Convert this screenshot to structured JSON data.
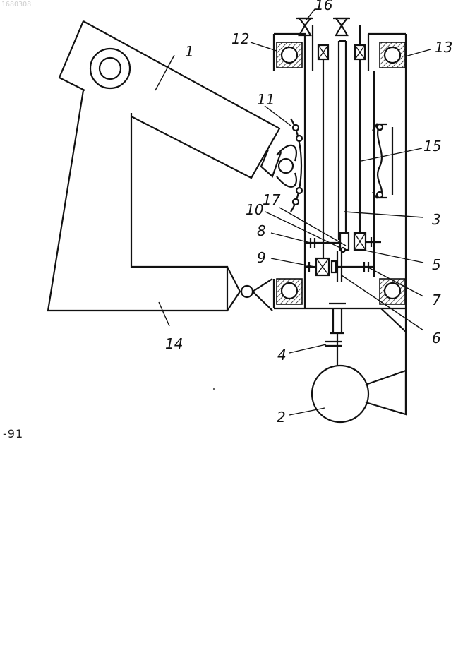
{
  "header_code": "1680308",
  "side_mark": "-91",
  "labels": {
    "l1": "1",
    "l2": "2",
    "l3": "3",
    "l4": "4",
    "l5": "5",
    "l6": "6",
    "l7": "7",
    "l8": "8",
    "l9": "9",
    "l10": "10",
    "l11": "11",
    "l12": "12",
    "l13": "13",
    "l14": "14",
    "l15": "15",
    "l16": "16",
    "l17": "17"
  }
}
